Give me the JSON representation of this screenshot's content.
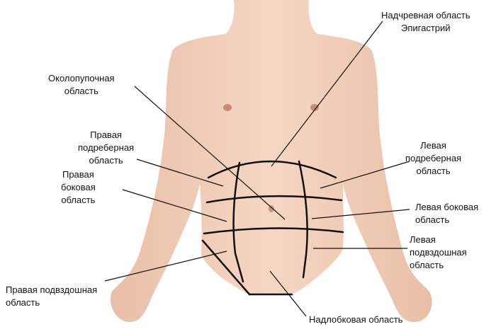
{
  "labels": {
    "epigastric": [
      "Надчревная область",
      "Эпигастрий"
    ],
    "umbilical": [
      "Околопупочная",
      "область"
    ],
    "right_hypochondriac": [
      "Правая",
      "подреберная",
      "область"
    ],
    "right_lateral": [
      "Правая",
      "боковая",
      "область"
    ],
    "left_hypochondriac": [
      "Левая",
      "подреберная",
      "область"
    ],
    "left_lateral": [
      "Левая боковая",
      "область"
    ],
    "left_iliac": [
      "Левая",
      "подвздошная",
      "область"
    ],
    "right_iliac": [
      "Правая подвздошная",
      "область"
    ],
    "hypogastric": [
      "Надлобковая область"
    ]
  },
  "colors": {
    "skin": "#f3d2bd",
    "skin_shadow": "#e7b9a0",
    "line": "#111111",
    "text": "#111111"
  }
}
